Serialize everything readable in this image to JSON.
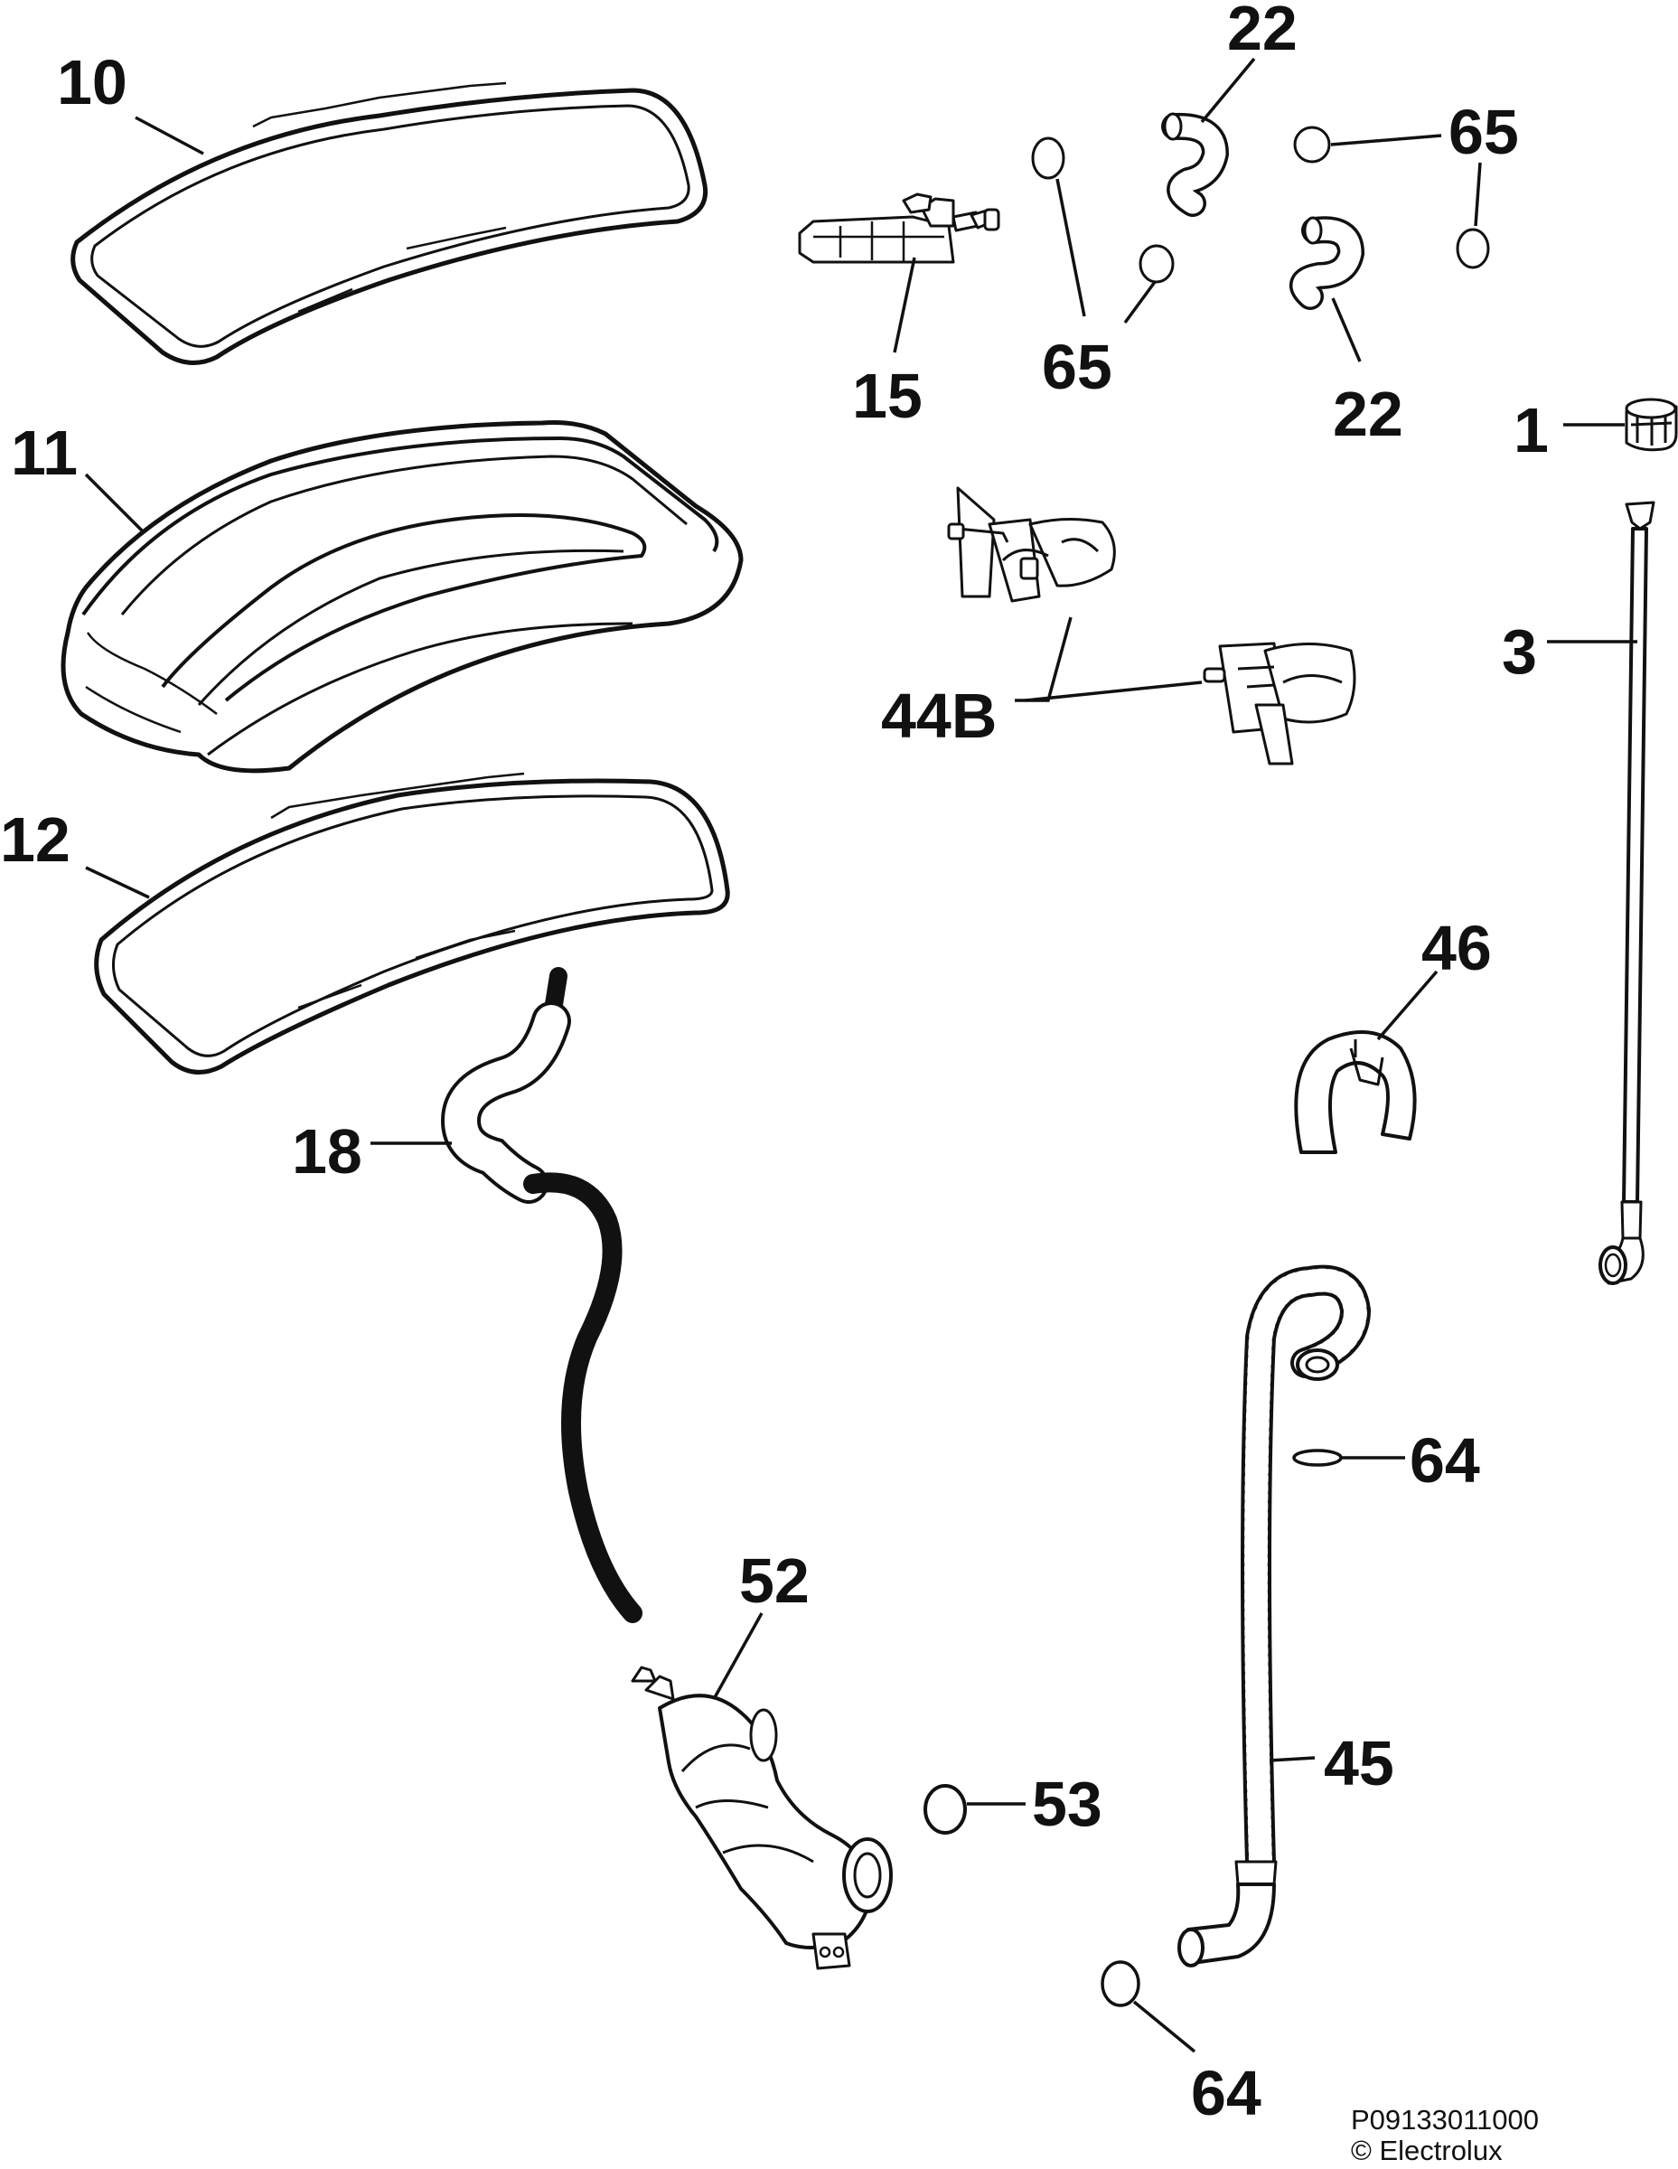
{
  "labels": {
    "p10": "10",
    "p11": "11",
    "p12": "12",
    "p15": "15",
    "p22a": "22",
    "p22b": "22",
    "p65a": "65",
    "p65b": "65",
    "p1": "1",
    "p3": "3",
    "p44b": "44B",
    "p46": "46",
    "p18": "18",
    "p52": "52",
    "p53": "53",
    "p64a": "64",
    "p45": "45",
    "p64b": "64"
  },
  "footer": {
    "code": "P09133011000",
    "copyright": "© Electrolux"
  }
}
